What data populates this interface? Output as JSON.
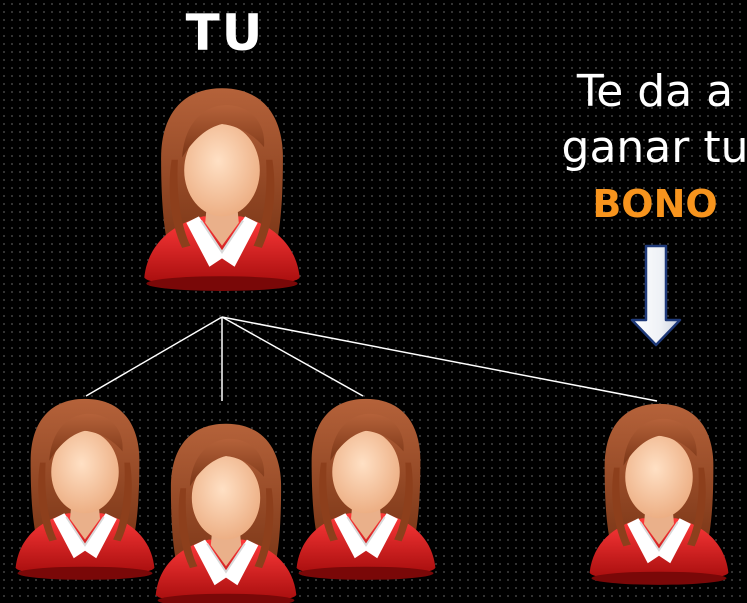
{
  "top_label": "TU",
  "note": {
    "line1": "Te da a",
    "line2": "ganar tu",
    "highlight": "BONO"
  },
  "colors": {
    "background": "#000000",
    "text": "#ffffff",
    "highlight": "#f7941d",
    "shirt": "#d11a1a",
    "hair": "#9a4a22",
    "skin": "#f6c49d",
    "arrow": "#1f3a7a"
  },
  "icons": {
    "person": "woman-avatar-icon",
    "arrow": "arrow-down-icon"
  },
  "people": [
    {
      "id": "root",
      "role": "you"
    },
    {
      "id": "child-1",
      "role": "referral"
    },
    {
      "id": "child-2",
      "role": "referral"
    },
    {
      "id": "child-3",
      "role": "referral"
    },
    {
      "id": "child-4",
      "role": "bonus-referral"
    }
  ]
}
